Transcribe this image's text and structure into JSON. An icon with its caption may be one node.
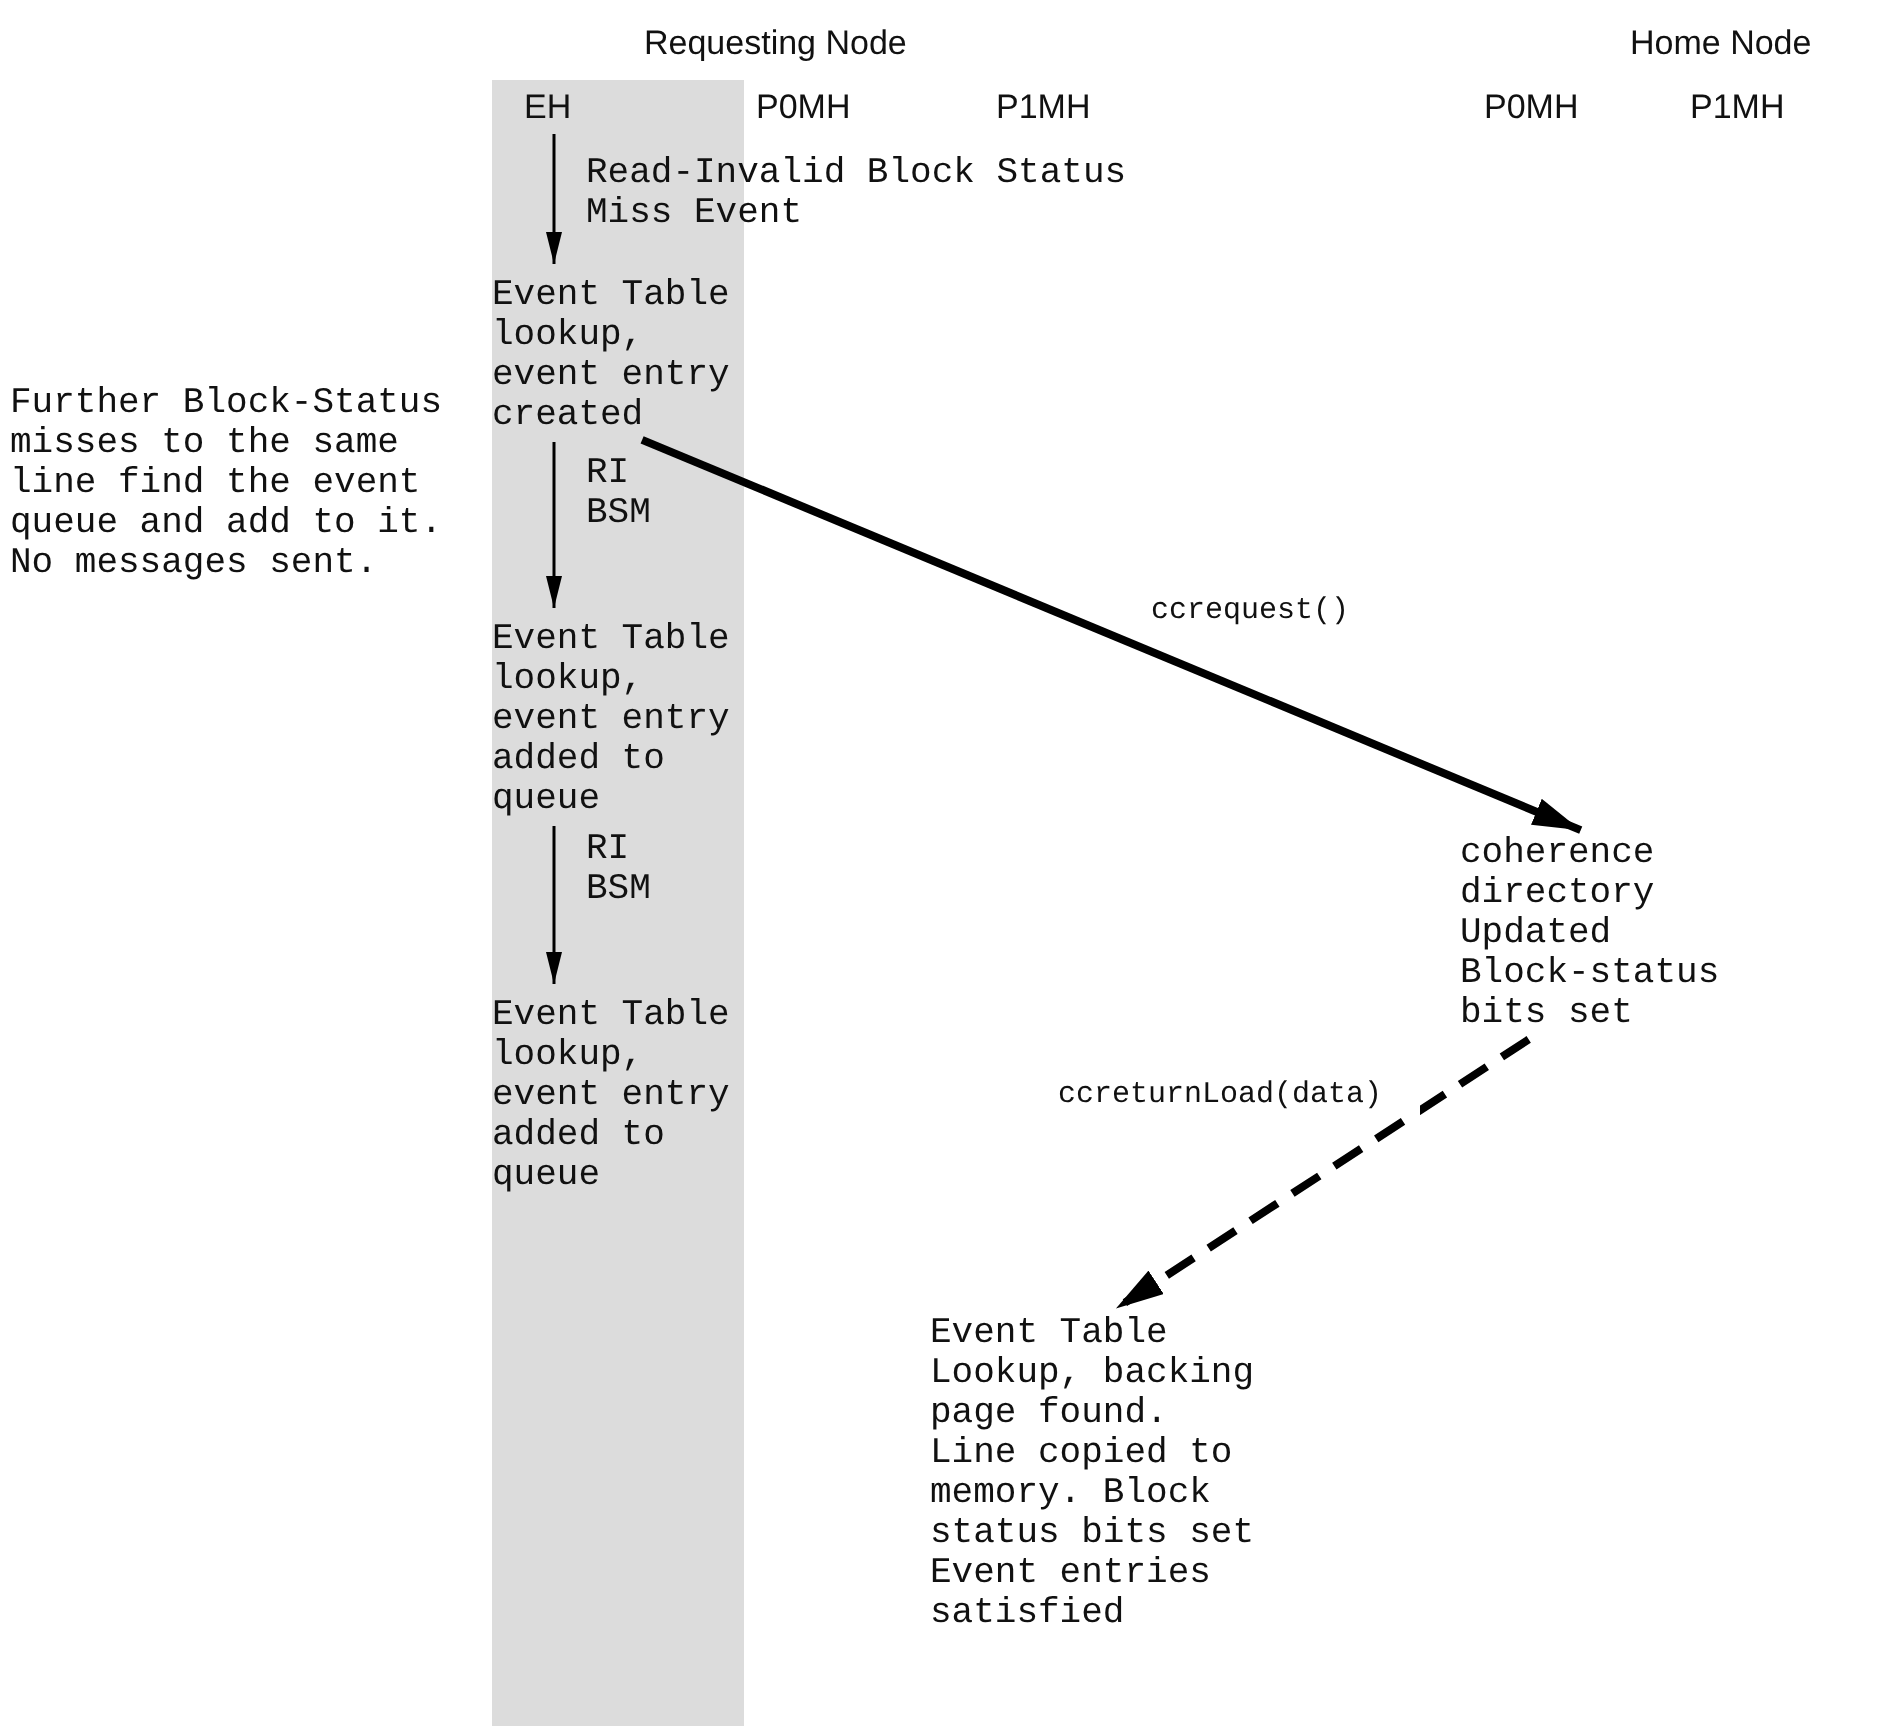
{
  "diagram": {
    "nodes": [
      {
        "text": [
          "EH"
        ]
      },
      {
        "text": [
          "Event Table lookup, event entry created"
        ]
      },
      {
        "text": [
          "Event Table lookup, event entry added to queue"
        ]
      },
      {
        "text": [
          "Event Table lookup, event entry added to queue"
        ]
      },
      {
        "text": [
          "coherence directory Updated Block-status bits set"
        ]
      },
      {
        "text": [
          "Event Table Lookup, backing page found. Line copied to memory. Block status bits set Event entries satisfied"
        ]
      }
    ],
    "edges": [
      {
        "from": 0,
        "to": 1,
        "arrow": "to",
        "label": "Read-Invalid Block Status Miss Event"
      },
      {
        "from": 1,
        "to": 2,
        "arrow": "to",
        "label": "RI BSM"
      },
      {
        "from": 2,
        "to": 3,
        "arrow": "to",
        "label": "RI BSM"
      },
      {
        "from": 1,
        "to": 4,
        "arrow": "to",
        "label": "ccrequest()",
        "style": "thick"
      },
      {
        "from": 4,
        "to": 5,
        "arrow": "to",
        "label": "ccreturnLoad(data)",
        "style": "dashed"
      }
    ],
    "labels": [
      "Requesting Node",
      "Home Node",
      "P0MH",
      "P1MH",
      "P0MH",
      "P1MH",
      "Further Block-Status misses to the same line find the event queue and add to it. No messages sent."
    ]
  }
}
